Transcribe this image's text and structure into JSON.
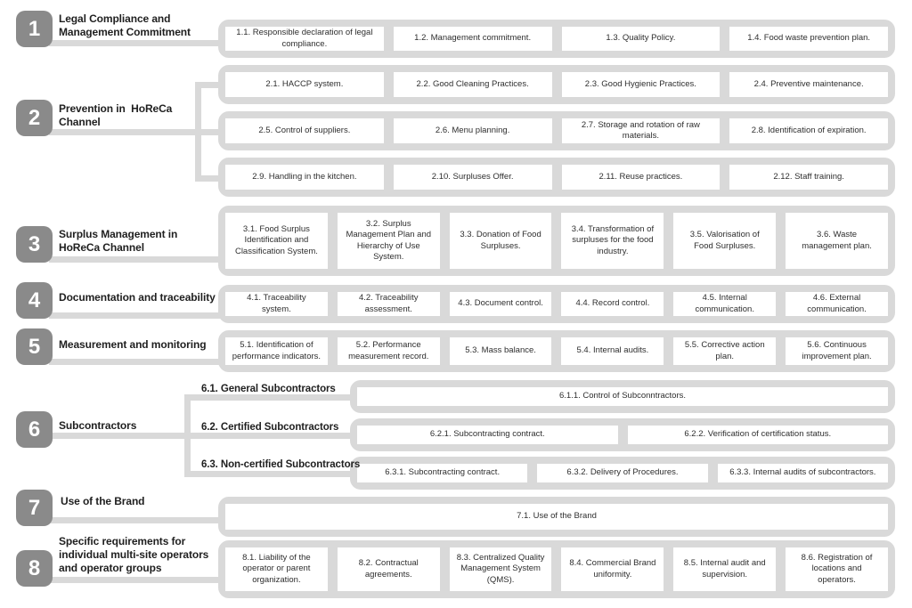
{
  "palette": {
    "badge_gray": "#8a8a8a",
    "container_gray": "#d9d9d9",
    "box_white": "#ffffff",
    "text_dark": "#1f1f1f"
  },
  "sections": {
    "s1": {
      "number": "1",
      "label_lines": [
        "Legal Compliance and",
        "Management Commitment"
      ],
      "items": [
        "1.1. Responsible declaration of legal compliance.",
        "1.2. Management commitment.",
        "1.3. Quality Policy.",
        "1.4.  Food waste prevention plan."
      ]
    },
    "s2": {
      "number": "2",
      "label_lines": [
        "Prevention in  HoReCa",
        "Channel"
      ],
      "rows": [
        [
          "2.1. HACCP system.",
          "2.2. Good Cleaning Practices.",
          "2.3. Good Hygienic Practices.",
          "2.4. Preventive maintenance."
        ],
        [
          "2.5. Control of suppliers.",
          "2.6. Menu planning.",
          "2.7. Storage and rotation of raw materials.",
          "2.8. Identification of expiration."
        ],
        [
          "2.9. Handling in the kitchen.",
          "2.10. Surpluses Offer.",
          "2.11. Reuse practices.",
          "2.12. Staff training."
        ]
      ]
    },
    "s3": {
      "number": "3",
      "label_lines": [
        "Surplus Management in",
        "HoReCa Channel"
      ],
      "items": [
        "3.1. Food Surplus Identification and Classification System.",
        "3.2. Surplus Management Plan and Hierarchy of Use System.",
        "3.3. Donation of Food Surpluses.",
        "3.4. Transformation of surpluses for the food industry.",
        "3.5. Valorisation of Food Surpluses.",
        "3.6. Waste management plan."
      ]
    },
    "s4": {
      "number": "4",
      "label_lines": [
        "Documentation and traceability"
      ],
      "items": [
        "4.1. Traceability system.",
        "4.2. Traceability assessment.",
        "4.3. Document control.",
        "4.4. Record control.",
        "4.5. Internal communication.",
        "4.6. External communication."
      ]
    },
    "s5": {
      "number": "5",
      "label_lines": [
        "Measurement and monitoring"
      ],
      "items": [
        "5.1. Identification of performance indicators.",
        "5.2. Performance measurement record.",
        "5.3. Mass balance.",
        "5.4. Internal audits.",
        "5.5. Corrective action plan.",
        "5.6. Continuous improvement plan."
      ]
    },
    "s6": {
      "number": "6",
      "label_lines": [
        "Subcontractors"
      ],
      "groups": [
        {
          "label": "6.1. General Subcontractors",
          "items": [
            "6.1.1.  Control of Subconntractors."
          ]
        },
        {
          "label": "6.2. Certified Subcontractors",
          "items": [
            "6.2.1. Subcontracting contract.",
            "6.2.2. Verification of certification status."
          ]
        },
        {
          "label": "6.3. Non-certified Subcontractors",
          "items": [
            "6.3.1. Subcontracting contract.",
            "6.3.2. Delivery of Procedures.",
            "6.3.3. Internal audits of subcontractors."
          ]
        }
      ]
    },
    "s7": {
      "number": "7",
      "label_lines": [
        "Use of the Brand"
      ],
      "items": [
        "7.1.  Use of the Brand"
      ]
    },
    "s8": {
      "number": "8",
      "label_lines": [
        "Specific requirements for",
        "individual multi-site operators",
        "and operator groups"
      ],
      "items": [
        "8.1. Liability of the operator or parent organization.",
        "8.2. Contractual agreements.",
        "8.3. Centralized Quality Management System (QMS).",
        "8.4. Commercial Brand uniformity.",
        "8.5. Internal audit and supervision.",
        "8.6. Registration of locations and operators."
      ]
    }
  }
}
